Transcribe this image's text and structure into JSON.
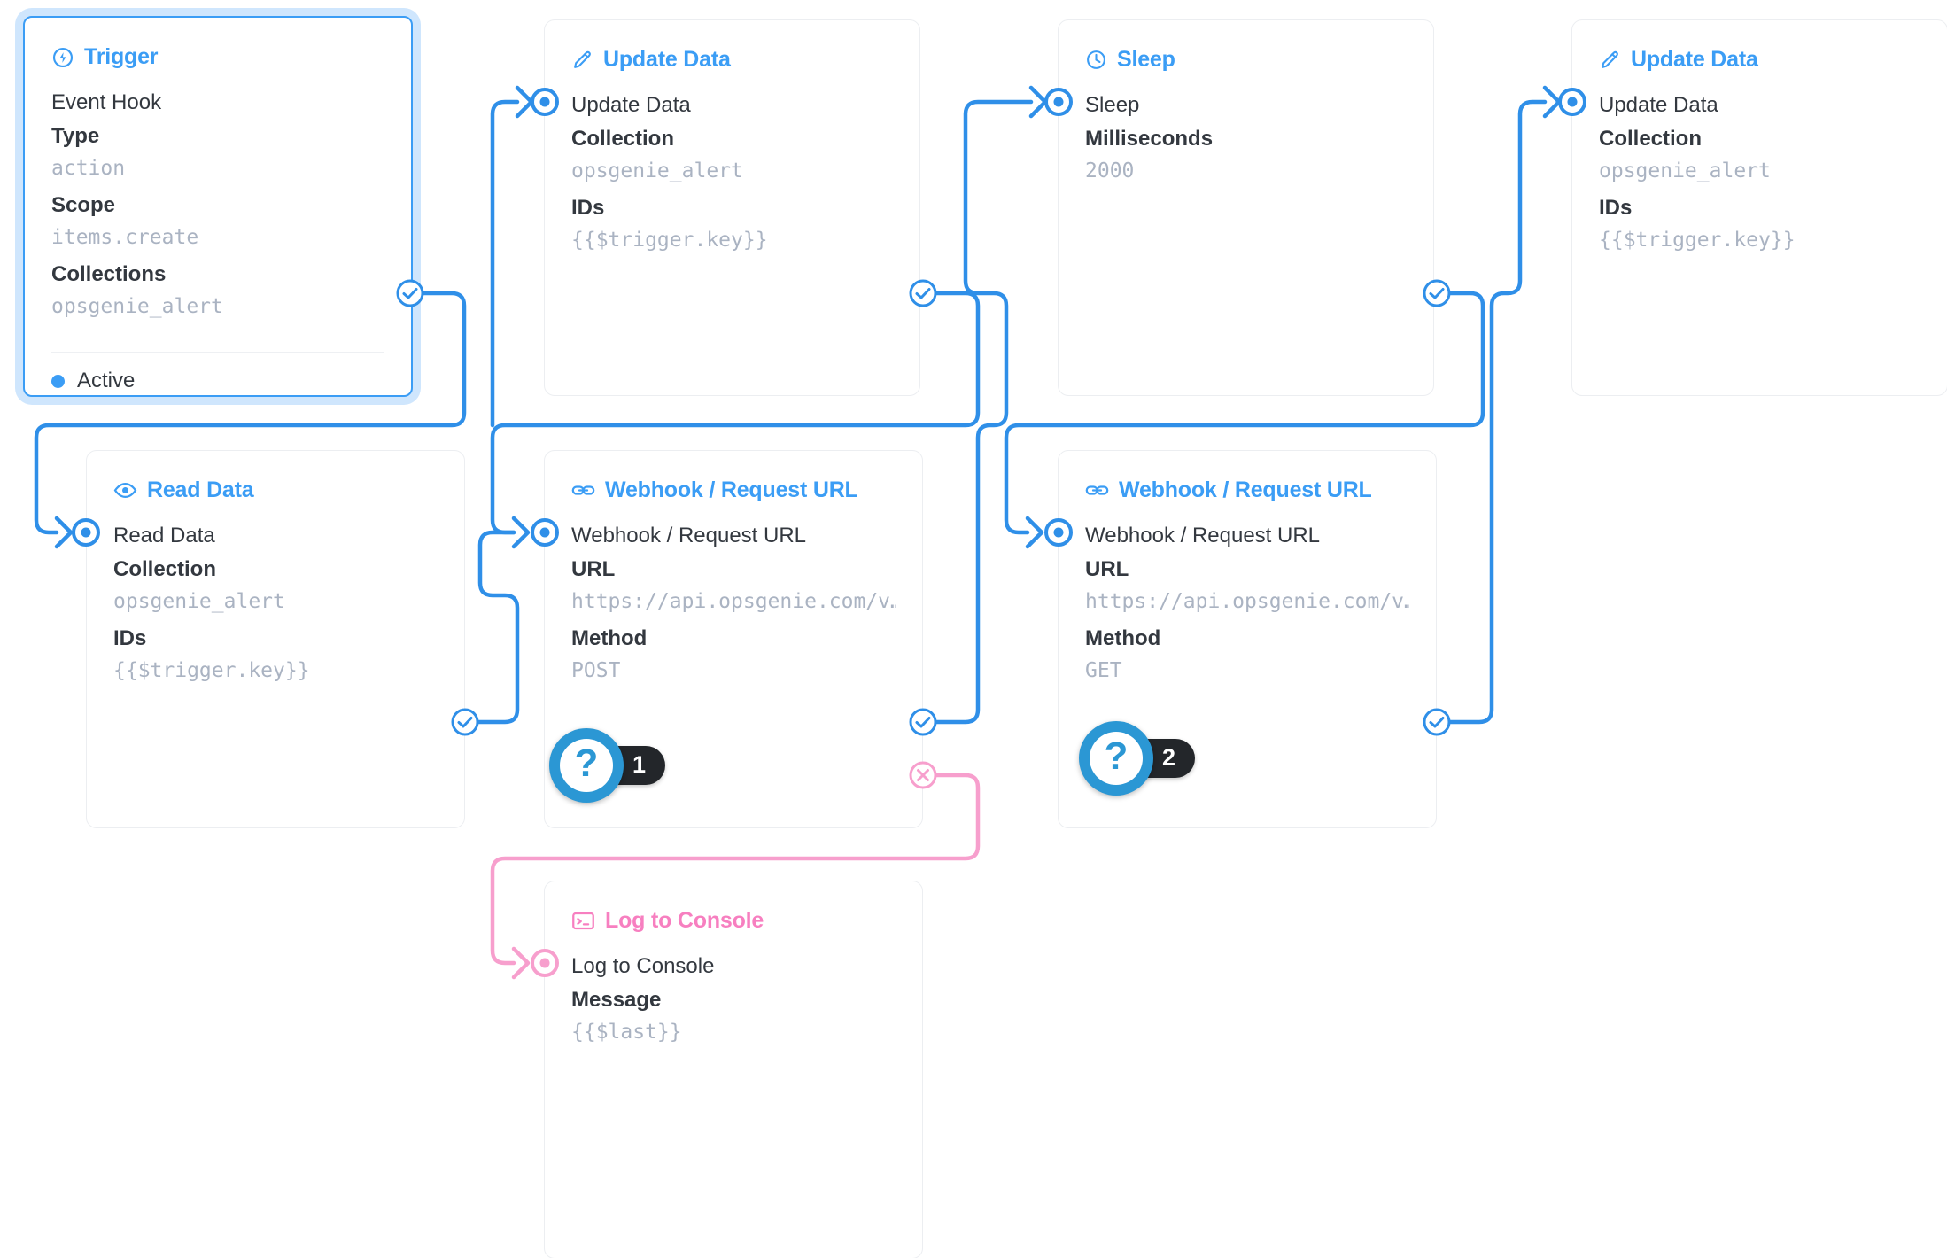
{
  "colors": {
    "accent": "#3b9df5",
    "resolve": "#2f8fe8",
    "reject": "#f79fcd",
    "log_accent": "#f77fc0",
    "value_text": "#aab3c2",
    "label_text": "#33383f",
    "badge_bg": "#23262a",
    "help_blue": "#2b97d4",
    "trigger_halo": "#cfe6fd"
  },
  "nodes": [
    {
      "id": "trigger",
      "icon": "bolt-circle-icon",
      "header": "Trigger",
      "title": "Event Hook",
      "fields": [
        {
          "label": "Type",
          "value": "action"
        },
        {
          "label": "Scope",
          "value": "items.create"
        },
        {
          "label": "Collections",
          "value": "opsgenie_alert"
        }
      ],
      "status": "Active",
      "selected": true
    },
    {
      "id": "update-data-1",
      "icon": "pencil-icon",
      "header": "Update Data",
      "title": "Update Data",
      "fields": [
        {
          "label": "Collection",
          "value": "opsgenie_alert"
        },
        {
          "label": "IDs",
          "value": "{{$trigger.key}}"
        }
      ]
    },
    {
      "id": "sleep",
      "icon": "clock-icon",
      "header": "Sleep",
      "title": "Sleep",
      "fields": [
        {
          "label": "Milliseconds",
          "value": "2000"
        }
      ]
    },
    {
      "id": "update-data-2",
      "icon": "pencil-icon",
      "header": "Update Data",
      "title": "Update Data",
      "fields": [
        {
          "label": "Collection",
          "value": "opsgenie_alert"
        },
        {
          "label": "IDs",
          "value": "{{$trigger.key}}"
        }
      ]
    },
    {
      "id": "read-data",
      "icon": "eye-icon",
      "header": "Read Data",
      "title": "Read Data",
      "fields": [
        {
          "label": "Collection",
          "value": "opsgenie_alert"
        },
        {
          "label": "IDs",
          "value": "{{$trigger.key}}"
        }
      ]
    },
    {
      "id": "webhook-1",
      "icon": "link-icon",
      "header": "Webhook / Request URL",
      "title": "Webhook / Request URL",
      "fields": [
        {
          "label": "URL",
          "value": "https://api.opsgenie.com/v…"
        },
        {
          "label": "Method",
          "value": "POST"
        }
      ]
    },
    {
      "id": "webhook-2",
      "icon": "link-icon",
      "header": "Webhook / Request URL",
      "title": "Webhook / Request URL",
      "fields": [
        {
          "label": "URL",
          "value": "https://api.opsgenie.com/v…"
        },
        {
          "label": "Method",
          "value": "GET"
        }
      ]
    },
    {
      "id": "log-to-console",
      "icon": "console-icon",
      "header": "Log to Console",
      "title": "Log to Console",
      "fields": [
        {
          "label": "Message",
          "value": "{{$last}}"
        }
      ]
    }
  ],
  "help_badges": [
    {
      "id": "help-1",
      "icon": "question-mark-icon",
      "count": "1"
    },
    {
      "id": "help-2",
      "icon": "question-mark-icon",
      "count": "2"
    }
  ]
}
